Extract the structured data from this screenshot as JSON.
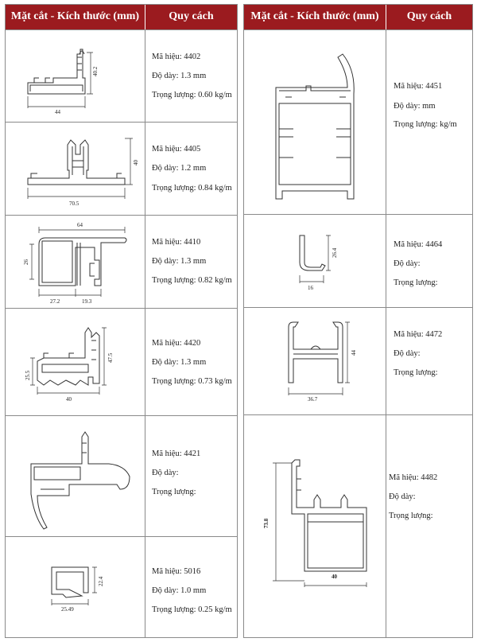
{
  "headers": {
    "cross_section": "Mặt cắt - Kích thước (mm)",
    "spec": "Quy cách"
  },
  "left_rows": [
    {
      "code": "Mã hiệu: 4402",
      "thickness": "Độ dày: 1.3 mm",
      "weight": "Trọng lượng: 0.60 kg/m",
      "dims": [
        "40.2",
        "44"
      ]
    },
    {
      "code": "Mã hiệu: 4405",
      "thickness": "Độ dày: 1.2 mm",
      "weight": "Trọng lượng: 0.84 kg/m",
      "dims": [
        "40",
        "70.5"
      ]
    },
    {
      "code": "Mã hiệu: 4410",
      "thickness": "Độ dày: 1.3 mm",
      "weight": "Trọng lượng: 0.82 kg/m",
      "dims": [
        "64",
        "26",
        "27.2",
        "19.3"
      ]
    },
    {
      "code": "Mã hiệu: 4420",
      "thickness": "Độ dày: 1.3 mm",
      "weight": "Trọng lượng: 0.73 kg/m",
      "dims": [
        "47.5",
        "25.5",
        "40"
      ]
    },
    {
      "code": "Mã hiệu: 4421",
      "thickness": "Độ dày:",
      "weight": "Trọng lượng:",
      "dims": []
    },
    {
      "code": "Mã hiệu: 5016",
      "thickness": "Độ dày: 1.0 mm",
      "weight": "Trọng lượng: 0.25 kg/m",
      "dims": [
        "22.4",
        "25.49"
      ]
    }
  ],
  "right_rows": [
    {
      "code": "Mã hiệu: 4451",
      "thickness": "Độ dày:  mm",
      "weight": "Trọng lượng:  kg/m",
      "dims": []
    },
    {
      "code": "Mã hiệu: 4464",
      "thickness": "Độ dày:",
      "weight": "Trọng lượng:",
      "dims": [
        "26.4",
        "16"
      ]
    },
    {
      "code": "Mã hiệu: 4472",
      "thickness": "Độ dày:",
      "weight": "Trọng lượng:",
      "dims": [
        "44",
        "36.7"
      ]
    },
    {
      "code": "Mã hiệu: 4482",
      "thickness": "Độ dày:",
      "weight": "Trọng lượng:",
      "dims": [
        "73.8",
        "40"
      ]
    }
  ]
}
